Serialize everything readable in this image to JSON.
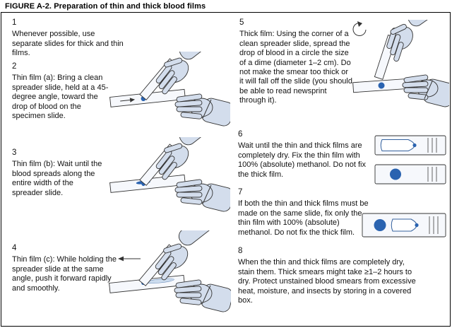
{
  "figure": {
    "title": "FIGURE A-2. Preparation of thin and thick blood films",
    "colors": {
      "glove": "#d3ddec",
      "blood": "#2a63b0"
    },
    "steps": [
      {
        "num": "1",
        "text": "Whenever possible, use separate slides for thick and thin films."
      },
      {
        "num": "2",
        "text": "Thin film (a): Bring a clean spreader slide, held at a 45-degree angle, toward the drop of blood on the specimen slide."
      },
      {
        "num": "3",
        "text": "Thin film (b): Wait until the blood spreads along the entire width of the spreader slide."
      },
      {
        "num": "4",
        "text": "Thin film (c): While holding the spreader slide at the same angle, push it forward rapidly and smoothly."
      },
      {
        "num": "5",
        "text": "Thick film: Using the corner of a clean spreader slide, spread the drop of blood in a circle the size of a dime (diameter 1–2 cm). Do not make the smear too thick or it will fall off the slide (you should be able to read newsprint through it)."
      },
      {
        "num": "6",
        "text": "Wait until the thin and thick films are completely dry. Fix the thin film with 100% (absolute) methanol. Do not fix the thick film."
      },
      {
        "num": "7",
        "text": "If both the thin and thick films must be made on the same slide, fix only the thin film with 100% (absolute) methanol. Do not fix the thick film."
      },
      {
        "num": "8",
        "text": "When the thin and thick films are completely dry, stain them.  Thick smears might take ≥1–2 hours to dry.  Protect unstained blood smears from excessive heat, moisture, and insects by storing in a covered box."
      }
    ]
  }
}
